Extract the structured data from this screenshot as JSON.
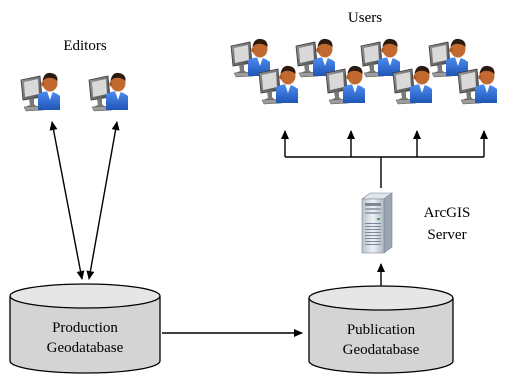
{
  "labels": {
    "editors": "Editors",
    "users": "Users",
    "server_line1": "ArcGIS",
    "server_line2": "Server"
  },
  "databases": {
    "production": {
      "line1": "Production",
      "line2": "Geodatabase"
    },
    "publication": {
      "line1": "Publication",
      "line2": "Geodatabase"
    }
  },
  "icons": {
    "editor": "user-at-computer-icon",
    "user": "user-at-computer-icon",
    "server": "server-tower-icon",
    "database": "database-cylinder-icon"
  },
  "colors": {
    "db_fill": "#d4d4d4",
    "db_top": "#e6e6e6",
    "stroke": "#000000",
    "shirt": "#2f6fd6",
    "skin": "#c1692f",
    "hair": "#2a1a10",
    "monitor": "#6e6e6e"
  }
}
